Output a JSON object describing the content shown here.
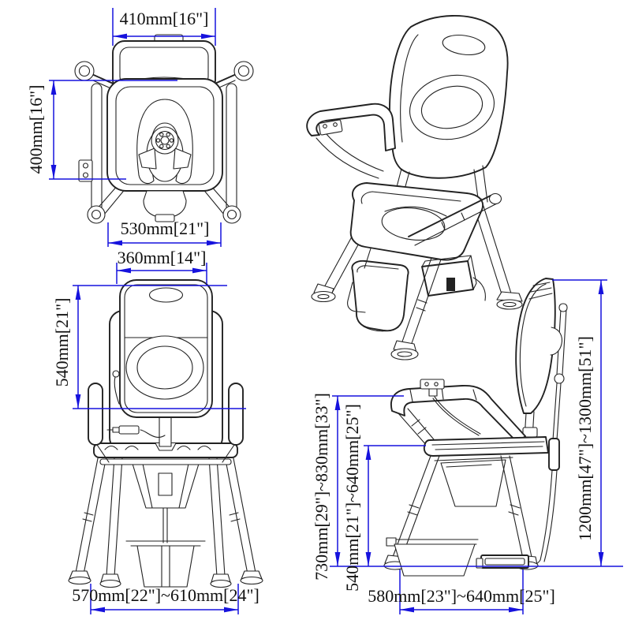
{
  "colors": {
    "background": "#ffffff",
    "line": "#222222",
    "dimension": "#1612dd",
    "text": "#111111"
  },
  "dimensions": {
    "top_backrest_width": "410mm[16\"]",
    "top_seat_depth": "400mm[16\"]",
    "top_overall_width": "530mm[21\"]",
    "front_seat_width": "360mm[14\"]",
    "front_backrest_height": "540mm[21\"]",
    "front_base_width": "570mm[22\"]~610mm[24\"]",
    "side_armrest_height": "730mm[29\"]~830mm[33\"]",
    "side_seat_height": "540mm[21\"]~640mm[25\"]",
    "side_overall_height": "1200mm[47\"]~1300mm[51\"]",
    "side_base_depth": "580mm[23\"]~640mm[25\"]"
  }
}
